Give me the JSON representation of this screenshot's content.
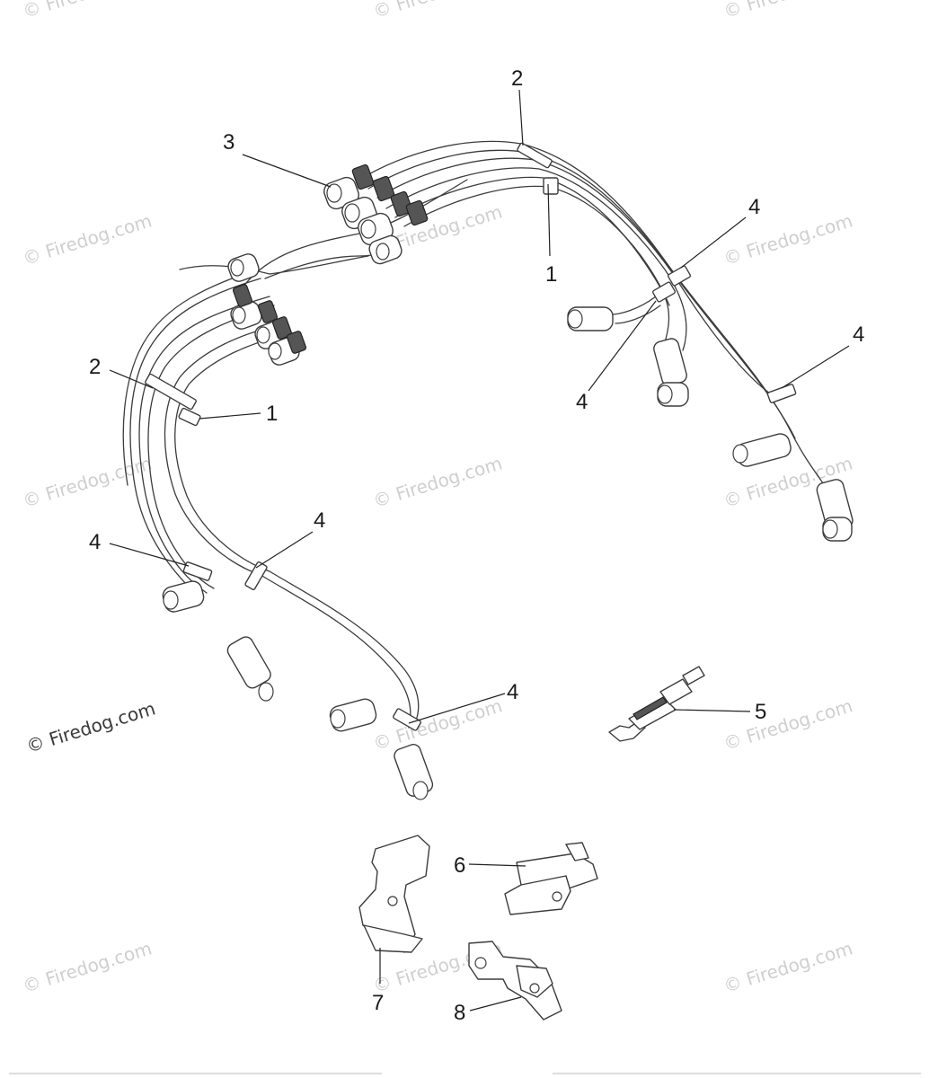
{
  "watermark": {
    "text": "© Firedog.com",
    "primary_text": "© Firedog.com"
  },
  "callouts": [
    {
      "id": "c1a",
      "label": "1"
    },
    {
      "id": "c1b",
      "label": "1"
    },
    {
      "id": "c2a",
      "label": "2"
    },
    {
      "id": "c2b",
      "label": "2"
    },
    {
      "id": "c3",
      "label": "3"
    },
    {
      "id": "c4a",
      "label": "4"
    },
    {
      "id": "c4b",
      "label": "4"
    },
    {
      "id": "c4c",
      "label": "4"
    },
    {
      "id": "c4d",
      "label": "4"
    },
    {
      "id": "c4e",
      "label": "4"
    },
    {
      "id": "c4f",
      "label": "4"
    },
    {
      "id": "c5",
      "label": "5"
    },
    {
      "id": "c6",
      "label": "6"
    },
    {
      "id": "c7",
      "label": "7"
    },
    {
      "id": "c8",
      "label": "8"
    }
  ]
}
